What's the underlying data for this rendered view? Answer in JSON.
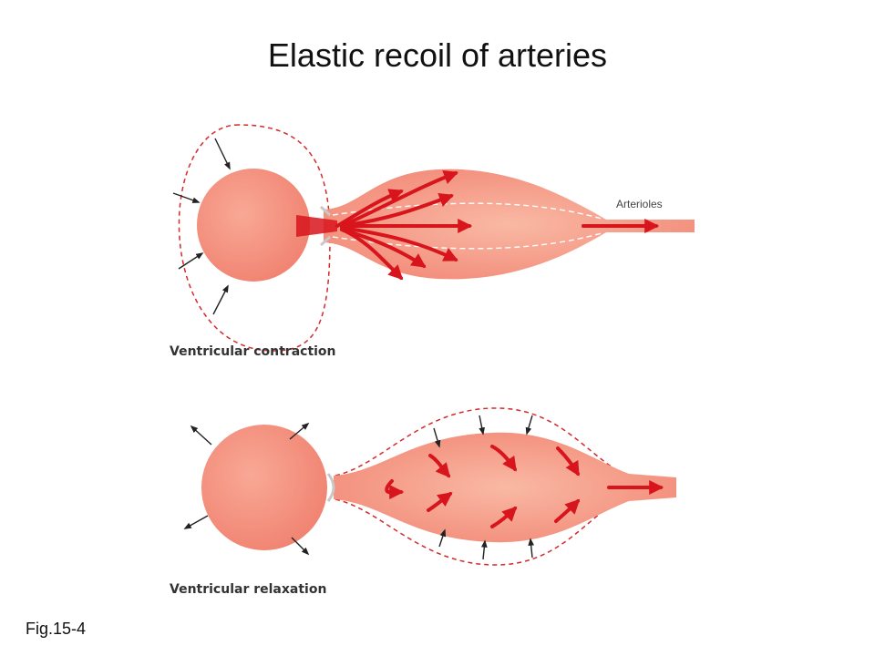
{
  "slide": {
    "title": "Elastic recoil of arteries",
    "figure_label": "Fig.15-4"
  },
  "panels": {
    "top": {
      "caption": "Ventricular contraction",
      "arteriole_label": "Arterioles"
    },
    "bottom": {
      "caption": "Ventricular relaxation"
    }
  },
  "colors": {
    "tissue_outer": "#f28a78",
    "tissue_inner": "#f8b09a",
    "flow_arrow": "#d8141c",
    "dashed_outline": "#d42a2a",
    "force_arrow": "#222222",
    "valve": "#c8c8c8"
  }
}
